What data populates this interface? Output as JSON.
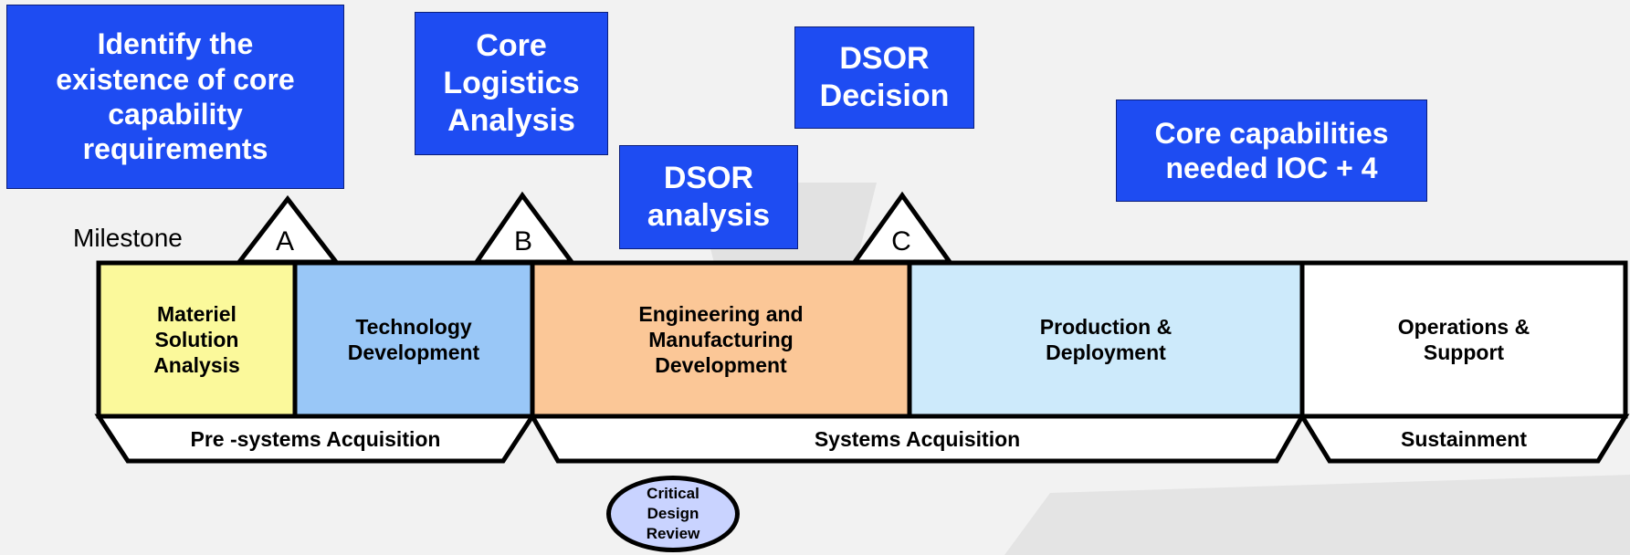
{
  "callouts": {
    "identify": "Identify the\nexistence of core\ncapability\nrequirements",
    "core_logistics": "Core\nLogistics\nAnalysis",
    "dsor_decision": "DSOR\nDecision",
    "dsor_analysis": "DSOR\nanalysis",
    "core_capabilities": "Core capabilities\nneeded IOC + 4"
  },
  "milestone_label": "Milestone",
  "milestones": [
    "A",
    "B",
    "C"
  ],
  "phases": {
    "materiel": "Materiel\nSolution\nAnalysis",
    "technology": "Technology\nDevelopment",
    "emd": "Engineering    and\nManufacturing\nDevelopment",
    "production": "Production    &\nDeployment",
    "operations": "Operations    &\nSupport"
  },
  "bands": {
    "pre_systems": "Pre -systems Acquisition",
    "systems": "Systems Acquisition",
    "sustainment": "Sustainment"
  },
  "critical_design_review": "Critical\nDesign\nReview",
  "colors": {
    "callout_blue": "#1e4cf2",
    "materiel": "#fbf99b",
    "technology": "#99c7f7",
    "emd": "#fbc797",
    "production": "#cdeafb",
    "operations": "#ffffff",
    "cdr_fill": "#c9d3ff"
  }
}
